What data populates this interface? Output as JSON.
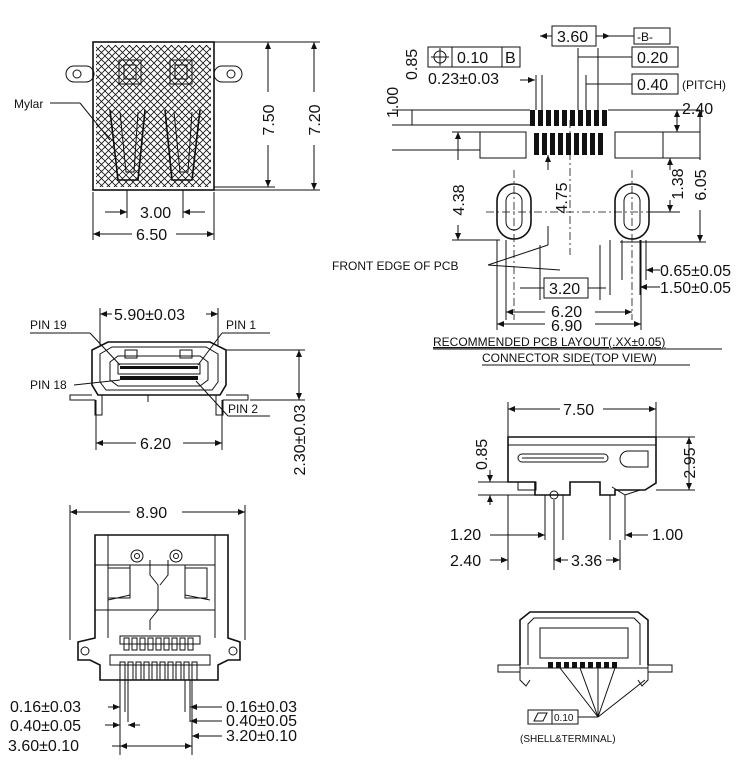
{
  "top_view": {
    "mylar_label": "Mylar",
    "dim_3_00": "3.00",
    "dim_6_50": "6.50",
    "dim_7_50": "7.50",
    "dim_7_20": "7.20"
  },
  "pcb_layout": {
    "dim_3_60": "3.60",
    "datum_b": "-B-",
    "position_tol": "0.10",
    "datum_ref": "B",
    "dim_0_20": "0.20",
    "dim_0_85": "0.85",
    "dim_0_23": "0.23±0.03",
    "dim_1_00": "1.00",
    "pitch_value": "0.40",
    "pitch_label": "(PITCH)",
    "dim_2_40": "2.40",
    "dim_4_38": "4.38",
    "dim_4_75": "4.75",
    "dim_1_38": "1.38",
    "dim_6_05": "6.05",
    "front_edge": "FRONT EDGE OF PCB",
    "dim_3_20": "3.20",
    "dim_0_65": "0.65±0.05",
    "dim_1_50": "1.50±0.05",
    "dim_6_20": "6.20",
    "dim_6_90": "6.90",
    "caption_1": "RECOMMENDED PCB LAYOUT(.XX±0.05)",
    "caption_2": "CONNECTOR SIDE(TOP VIEW)"
  },
  "front_view": {
    "pin_19": "PIN 19",
    "pin_1": "PIN 1",
    "pin_18": "PIN 18",
    "pin_2": "PIN 2",
    "dim_5_90": "5.90±0.03",
    "dim_6_20": "6.20",
    "dim_2_30": "2.30±0.03"
  },
  "side_view": {
    "dim_7_50": "7.50",
    "dim_0_85": "0.85",
    "dim_2_95": "2.95",
    "dim_1_20": "1.20",
    "dim_1_00": "1.00",
    "dim_2_40": "2.40",
    "dim_3_36": "3.36"
  },
  "bottom_view": {
    "dim_8_90": "8.90",
    "dim_0_16_l": "0.16±0.03",
    "dim_0_40_l": "0.40±0.05",
    "dim_3_60": "3.60±0.10",
    "dim_0_16_r": "0.16±0.03",
    "dim_0_40_r": "0.40±0.05",
    "dim_3_20": "3.20±0.10"
  },
  "profile_view": {
    "flatness_tol": "0.10",
    "note": "(SHELL&TERMINAL)"
  }
}
